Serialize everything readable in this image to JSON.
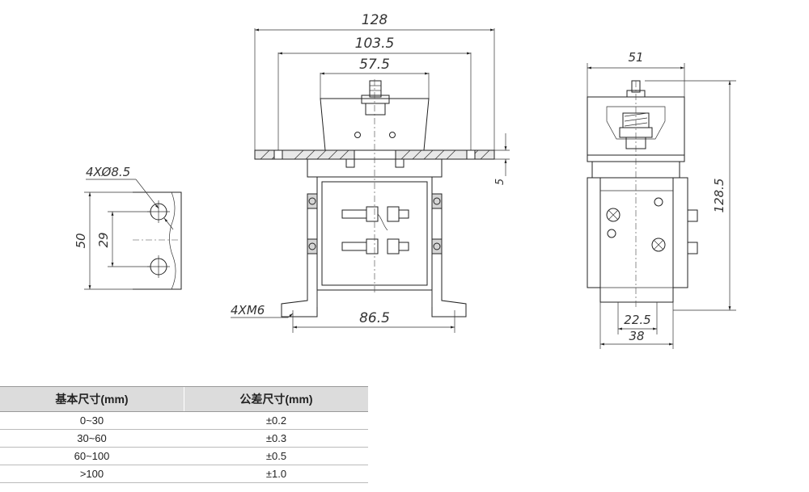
{
  "dimensions": {
    "top_width": "128",
    "flange_span": "103.5",
    "cap_width": "57.5",
    "flange_thickness": "5",
    "hole_spec": "4XØ8.5",
    "slot_length": "50",
    "hole_pitch": "29",
    "thread_spec": "4XM6",
    "base_span": "86.5",
    "side_width": "51",
    "height": "128.5",
    "foot_inner": "22.5",
    "foot_outer": "38"
  },
  "tolerance_table": {
    "headers": [
      "基本尺寸(mm)",
      "公差尺寸(mm)"
    ],
    "rows": [
      {
        "range": "0~30",
        "tol": "±0.2"
      },
      {
        "range": "30~60",
        "tol": "±0.3"
      },
      {
        "range": "60~100",
        "tol": "±0.5"
      },
      {
        "range": ">100",
        "tol": "±1.0"
      }
    ]
  }
}
